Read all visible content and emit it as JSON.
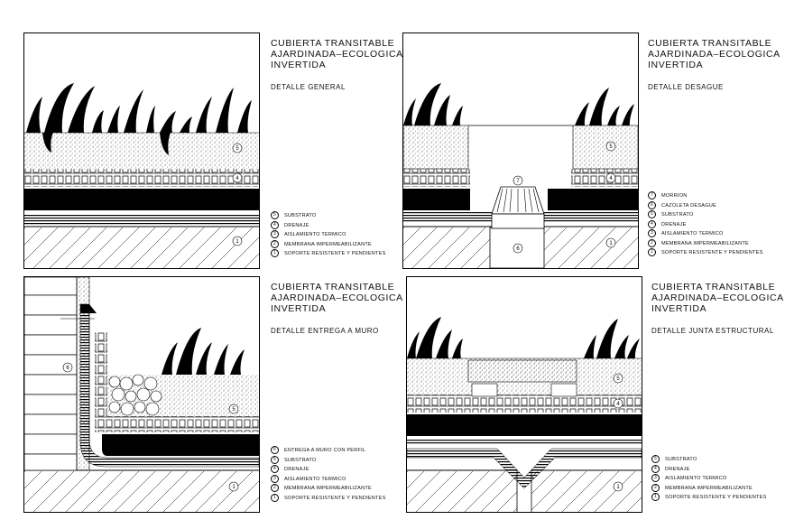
{
  "details": [
    {
      "title": "CUBIERTA TRANSITABLE\nAJARDINADA–ECOLOGICA\nINVERTIDA",
      "subtitle": "DETALLE GENERAL",
      "legend": [
        {
          "num": "5",
          "label": "SUBSTRATO"
        },
        {
          "num": "4",
          "label": "DRENAJE"
        },
        {
          "num": "3",
          "label": "AISLAMIENTO TERMICO"
        },
        {
          "num": "2",
          "label": "MEMBRANA IMPERMEABILIZANTE"
        },
        {
          "num": "1",
          "label": "SOPORTE RESISTENTE Y PENDIENTES"
        }
      ]
    },
    {
      "title": "CUBIERTA TRANSITABLE\nAJARDINADA–ECOLOGICA\nINVERTIDA",
      "subtitle": "DETALLE DESAGUE",
      "legend": [
        {
          "num": "7",
          "label": "MORRION"
        },
        {
          "num": "6",
          "label": "CAZOLETA DESAGUE"
        },
        {
          "num": "5",
          "label": "SUBSTRATO"
        },
        {
          "num": "4",
          "label": "DRENAJE"
        },
        {
          "num": "3",
          "label": "AISLAMIENTO TERMICO"
        },
        {
          "num": "2",
          "label": "MEMBRANA IMPERMEABILIZANTE"
        },
        {
          "num": "1",
          "label": "SOPORTE RESISTENTE Y PENDIENTES"
        }
      ]
    },
    {
      "title": "CUBIERTA TRANSITABLE\nAJARDINADA–ECOLOGICA\nINVERTIDA",
      "subtitle": "DETALLE ENTREGA A MURO",
      "legend": [
        {
          "num": "6",
          "label": "ENTREGA A MURO CON PERFIL"
        },
        {
          "num": "5",
          "label": "SUBSTRATO"
        },
        {
          "num": "4",
          "label": "DRENAJE"
        },
        {
          "num": "3",
          "label": "AISLAMIENTO TERMICO"
        },
        {
          "num": "2",
          "label": "MEMBRANA IMPERMEABILIZANTE"
        },
        {
          "num": "1",
          "label": "SOPORTE RESISTENTE Y PENDIENTES"
        }
      ]
    },
    {
      "title": "CUBIERTA TRANSITABLE\nAJARDINADA–ECOLOGICA\nINVERTIDA",
      "subtitle": "DETALLE JUNTA ESTRUCTURAL",
      "legend": [
        {
          "num": "5",
          "label": "SUBSTRATO"
        },
        {
          "num": "4",
          "label": "DRENAJE"
        },
        {
          "num": "3",
          "label": "AISLAMIENTO TERMICO"
        },
        {
          "num": "2",
          "label": "MEMBRANA IMPERMEABILIZANTE"
        },
        {
          "num": "1",
          "label": "SOPORTE RESISTENTE Y PENDIENTES"
        }
      ]
    }
  ],
  "colors": {
    "ink": "#000000",
    "paper": "#ffffff"
  }
}
